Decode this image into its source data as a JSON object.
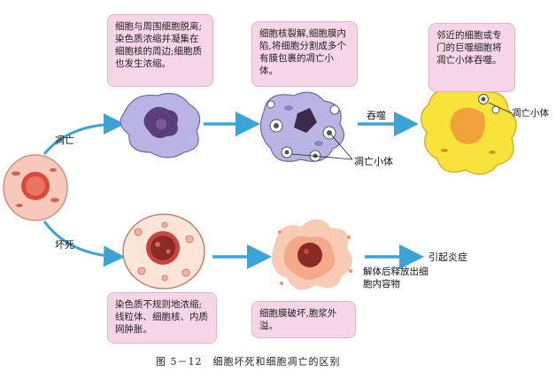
{
  "colors": {
    "arrow": "#3aa3d8",
    "box_fill": "#f6d6e6",
    "cell_pink": "#f7c9bb",
    "nucleus_red": "#d94a3a",
    "apoptotic_cell": "#b9b4e4",
    "macrophage": "#f7e33a"
  },
  "boxes": {
    "b1": "细胞与周围细胞脱离;染色质浓缩并凝集在细胞核的周边;细胞质也发生浓缩。",
    "b2": "细胞核裂解,细胞膜内陷,将细胞分割成多个有膜包裹的凋亡小体。",
    "b3": "邻近的细胞或专门的巨噬细胞将凋亡小体吞噬。",
    "b4": "染色质不规则地浓缩;线粒体、细胞核、内质网肿胀。",
    "b5": "细胞膜破坏,胞浆外溢。"
  },
  "labels": {
    "apoptosis": "凋亡",
    "necrosis": "坏死",
    "phagocytosis": "吞噬",
    "apoptotic_body_1": "凋亡小体",
    "apoptotic_body_2": "凋亡小体",
    "release": "解体后释放出细胞内容物",
    "inflammation": "引起炎症"
  },
  "caption": "图 5－12　细胞坏死和细胞凋亡的区别"
}
